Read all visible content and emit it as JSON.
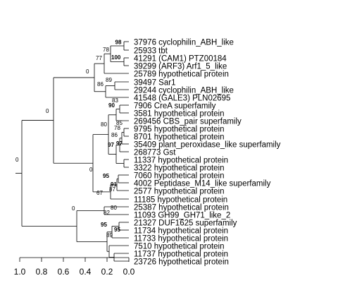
{
  "leaves": [
    "37976 cyclophilin_ABH_like",
    "25933 tbt",
    "41291 (CAM1) PTZ00184",
    "39299 (ARF3) Arf1_5_like",
    "25789 hypothetical protein",
    "39497 Sar1",
    "29244 cyclophilin_ABH_like",
    "41548 (GALE3) PLN02695",
    "7906 CreA superfamily",
    "3581 hypothetical protein",
    "269456 CBS_pair superfamily",
    "9795 hypothetical protein",
    "8701 hypothetical protein",
    "35409 plant_peroxidase_like superfamily",
    "268773 Gst",
    "11337 hypothetical protein",
    "3322 hypothetical protein",
    "7060 hypothetical protein",
    "4002 Peptidase_M14_like superfamily",
    "2577 hypothetical protein",
    "11185 hypothetical protein",
    "25387 hypothetical protein",
    "11093 GH99_GH71_like_2",
    "21327 DUF1625 superfamily",
    "11734 hypothetical protein",
    "11733 hypothetical protein",
    "7510 hypothetical protein",
    "11737 hypothetical protein",
    "23726 hypothetical protein"
  ],
  "bootstrap": [
    {
      "value": "98",
      "bold": true
    },
    {
      "value": "78",
      "bold": false
    },
    {
      "value": "100",
      "bold": true
    },
    {
      "value": "77",
      "bold": false
    },
    {
      "value": "89",
      "bold": false
    },
    {
      "value": "86",
      "bold": false
    },
    {
      "value": "0",
      "bold": false
    },
    {
      "value": "83",
      "bold": false
    },
    {
      "value": "90",
      "bold": true
    },
    {
      "value": "85",
      "bold": false
    },
    {
      "value": "78",
      "bold": false
    },
    {
      "value": "86",
      "bold": false
    },
    {
      "value": "97",
      "bold": true
    },
    {
      "value": "97",
      "bold": true
    },
    {
      "value": "80",
      "bold": false
    },
    {
      "value": "91",
      "bold": true
    },
    {
      "value": "87",
      "bold": false
    },
    {
      "value": "95",
      "bold": true
    },
    {
      "value": "0",
      "bold": false
    },
    {
      "value": "0",
      "bold": false
    },
    {
      "value": "67",
      "bold": false
    },
    {
      "value": "80",
      "bold": false
    },
    {
      "value": "82",
      "bold": false
    },
    {
      "value": "95",
      "bold": true
    },
    {
      "value": "89",
      "bold": false
    },
    {
      "value": "95",
      "bold": true
    },
    {
      "value": "0",
      "bold": false
    },
    {
      "value": "0",
      "bold": false
    }
  ],
  "axis": {
    "ticks": [
      "1.0",
      "0.8",
      "0.6",
      "0.4",
      "0.2",
      "0.0"
    ]
  }
}
